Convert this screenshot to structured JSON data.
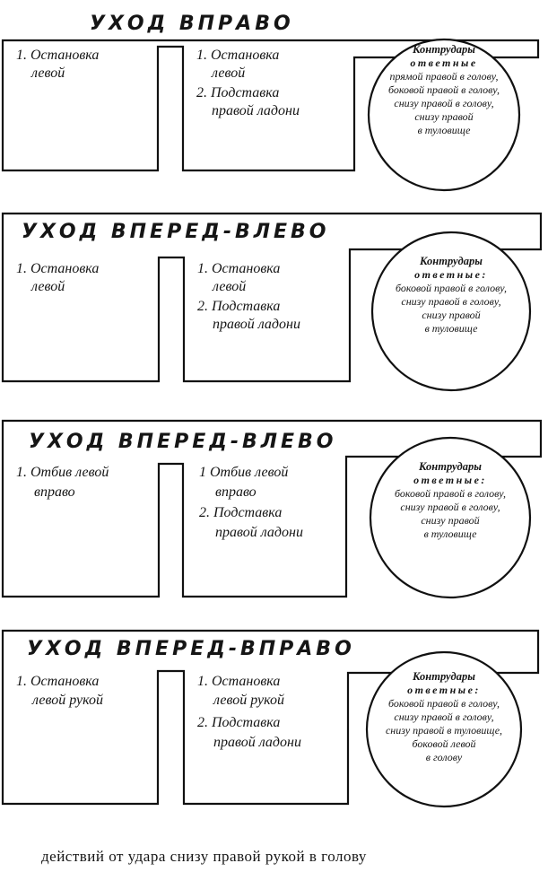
{
  "blocks": [
    {
      "title": "УХОД ВПРАВО",
      "left": [
        "1. Остановка",
        "левой"
      ],
      "middle": [
        "1. Остановка",
        "левой",
        "2. Подставка",
        "правой ладони"
      ],
      "circle": [
        "Контрудары",
        "ответные",
        "прямой правой в голову,",
        "боковой правой в голову,",
        "снизу правой в голову,",
        "снизу правой",
        "в туловище"
      ]
    },
    {
      "title": "УХОД ВПЕРЕД-ВЛЕВО",
      "left": [
        "1. Остановка",
        "левой"
      ],
      "middle": [
        "1. Остановка",
        "левой",
        "2. Подставка",
        "правой ладони"
      ],
      "circle": [
        "Контрудары",
        "ответные:",
        "боковой правой в голову,",
        "снизу правой в голову,",
        "снизу правой",
        "в туловище"
      ]
    },
    {
      "title": "УХОД ВПЕРЕД-ВЛЕВО",
      "left": [
        "1. Отбив левой",
        "вправо"
      ],
      "middle": [
        "1 Отбив левой",
        "вправо",
        "2. Подставка",
        "правой ладони"
      ],
      "circle": [
        "Контрудары",
        "ответные:",
        "боковой правой в голову,",
        "снизу правой в голову,",
        "снизу правой",
        "в туловище"
      ]
    },
    {
      "title": "УХОД ВПЕРЕД-ВПРАВО",
      "left": [
        "1. Остановка",
        "левой рукой"
      ],
      "middle": [
        "1. Остановка",
        "левой рукой",
        "2. Подставка",
        "правой ладони"
      ],
      "circle": [
        "Контрудары",
        "ответные:",
        "боковой правой в голову,",
        "снизу правой в голову,",
        "снизу правой в туловище,",
        "боковой левой",
        "в голову"
      ]
    }
  ],
  "caption": "действий от удара снизу правой рукой в голову"
}
